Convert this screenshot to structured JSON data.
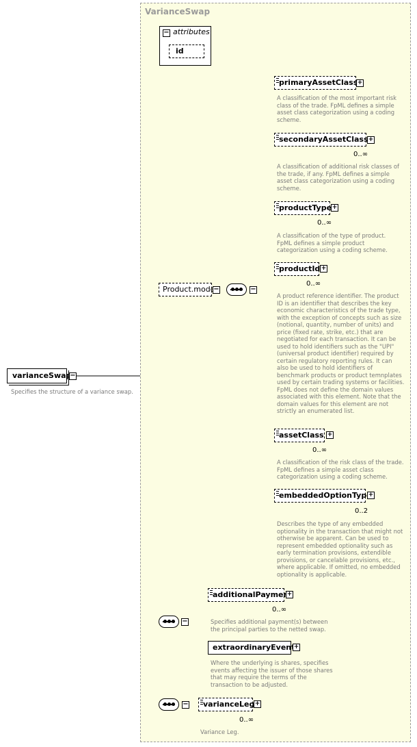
{
  "type_name": "VarianceSwap",
  "root": {
    "name": "varianceSwap",
    "doc": "Specifies the structure of a variance swap."
  },
  "attributes": {
    "title": "attributes",
    "items": [
      "id"
    ]
  },
  "product_model": {
    "label": "Product.model"
  },
  "elements": [
    {
      "name": "primaryAssetClass",
      "cardinality": "",
      "doc": [
        "A classification of the most important risk",
        "class of the trade. FpML defines a simple",
        "asset class categorization using a coding",
        "scheme."
      ]
    },
    {
      "name": "secondaryAssetClass",
      "cardinality": "0..∞",
      "doc": [
        "A classification of additional risk classes of",
        "the trade, if any. FpML defines a simple",
        "asset class categorization using a coding",
        "scheme."
      ]
    },
    {
      "name": "productType",
      "cardinality": "0..∞",
      "doc": [
        "A classification of the type of product.",
        "FpML defines a simple product",
        "categorization using a coding scheme."
      ]
    },
    {
      "name": "productId",
      "cardinality": "0..∞",
      "doc": [
        "A product reference identifier. The product",
        "ID is an identifier that describes the key",
        "economic characteristics of the trade type,",
        "with the exception of concepts such as size",
        "(notional, quantity, number of units) and",
        "price (fixed rate, strike, etc.) that are",
        "negotiated for each transaction. It can be",
        "used to hold identifiers such as the \"UPI\"",
        "(universal product identifier) required by",
        "certain regulatory reporting rules. It can",
        "also be used to hold identifiers of",
        "benchmark products or product temnplates",
        "used by certain trading systems or facilities.",
        "FpML does not define the domain values",
        "associated with this element. Note that the",
        "domain values for this element are not",
        "strictly an enumerated list."
      ]
    },
    {
      "name": "assetClass",
      "cardinality": "0..∞",
      "doc": [
        "A classification of the risk class of the trade.",
        "FpML defines a simple asset class",
        "categorization using a coding scheme."
      ]
    },
    {
      "name": "embeddedOptionType",
      "cardinality": "0..2",
      "doc": [
        "Describes the type of any embedded",
        "optionality in the transaction that might not",
        "otherwise be apparent. Can be used to",
        "represent embedded optionality such as",
        "early termination provisions, extendible",
        "provisions, or cancelable provisions, etc.,",
        "where applicable. If omitted, no embedded",
        "optionality is applicable."
      ]
    },
    {
      "name": "additionalPayment",
      "cardinality": "0..∞",
      "doc": [
        "Specifies additional payment(s) between",
        "the principal parties to the netted swap."
      ]
    },
    {
      "name": "extraordinaryEvents",
      "cardinality": "",
      "doc": [
        "Where the underlying is shares, specifies",
        "events affecting the issuer of those shares",
        "that may require the terms of the",
        "transaction to be adjusted."
      ]
    },
    {
      "name": "varianceLeg",
      "cardinality": "0..∞",
      "doc": [
        "Variance Leg."
      ]
    }
  ]
}
